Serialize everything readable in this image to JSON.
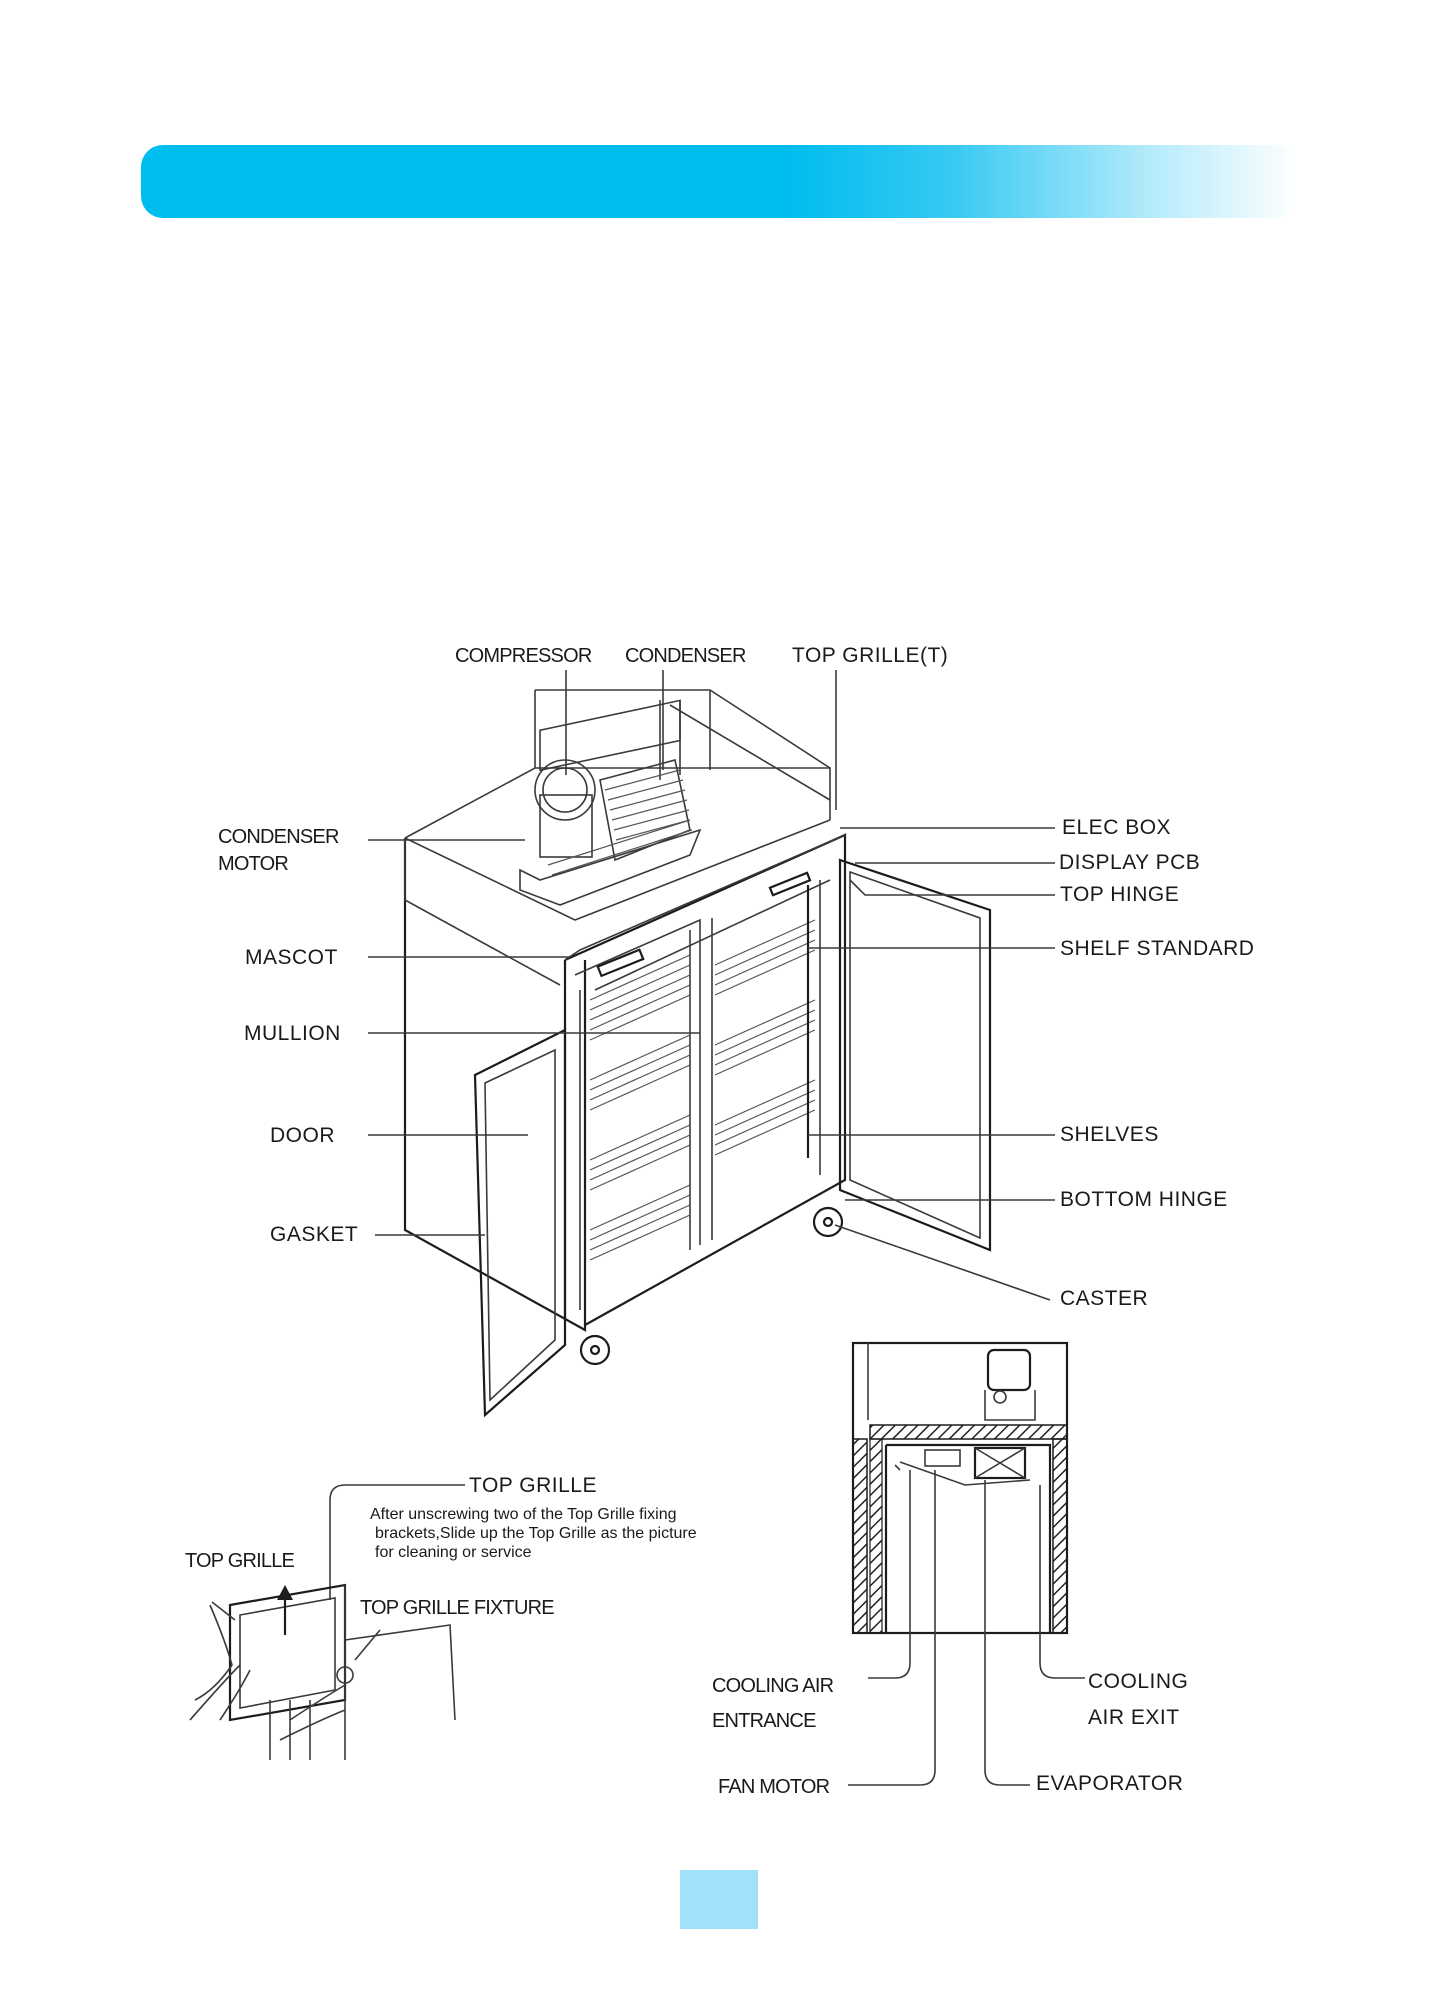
{
  "main_diagram": {
    "labels": {
      "compressor": "COMPRESSOR",
      "condenser": "CONDENSER",
      "top_grille_t": "TOP  GRILLE(T)",
      "condenser_motor_1": "CONDENSER",
      "condenser_motor_2": "MOTOR",
      "elec_box": "ELEC  BOX",
      "display_pcb": "DISPLAY  PCB",
      "top_hinge": "TOP  HINGE",
      "shelf_standard": "SHELF STANDARD",
      "mascot": "MASCOT",
      "mullion": "MULLION",
      "door": "DOOR",
      "shelves": "SHELVES",
      "bottom_hinge": "BOTTOM  HINGE",
      "gasket": "GASKET",
      "caster": "CASTER"
    }
  },
  "top_grille_detail": {
    "title": "TOP GRILLE",
    "instruction_1": "After unscrewing two of the Top Grille fixing",
    "instruction_2": "brackets,Slide up the Top Grille as the picture",
    "instruction_3": "for cleaning or service",
    "label_grille": "TOP GRILLE",
    "label_fixture": "TOP GRILLE FIXTURE"
  },
  "airflow_diagram": {
    "cooling_air_entrance_1": "COOLING AIR",
    "cooling_air_entrance_2": "ENTRANCE",
    "cooling_air_exit_1": "COOLING",
    "cooling_air_exit_2": "AIR  EXIT",
    "fan_motor": "FAN MOTOR",
    "evaporator": "EVAPORATOR"
  }
}
